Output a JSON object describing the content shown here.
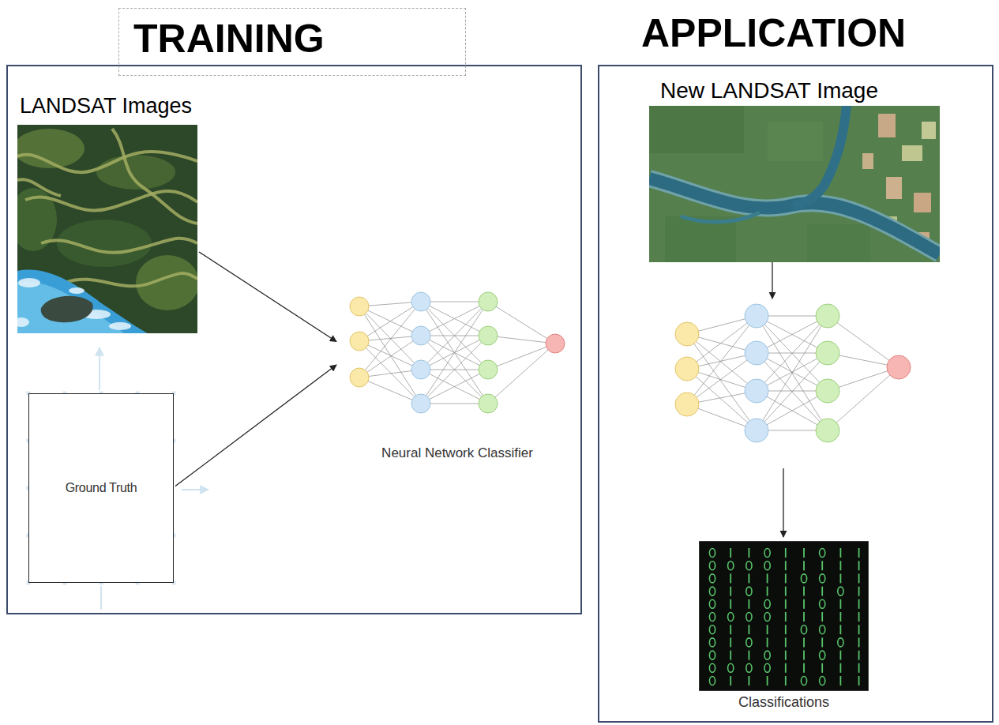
{
  "diagram": {
    "nodes": [
      {
        "text": [
          "TRAINING"
        ]
      },
      {
        "text": [
          "LANDSAT Images"
        ],
        "in": 0
      },
      {
        "text": [
          "Ground Truth"
        ],
        "in": 0
      },
      {
        "text": [
          "Neural Network Classifier"
        ],
        "in": 0
      },
      {
        "text": [
          "APPLICATION"
        ]
      },
      {
        "text": [
          "New LANDSAT Image"
        ],
        "in": 4
      },
      {
        "text": [
          "Classifications"
        ],
        "in": 4
      }
    ],
    "edges": [
      {
        "from": 1,
        "to": 3,
        "arrow": "to"
      },
      {
        "from": 2,
        "to": 3,
        "arrow": "to"
      }
    ]
  }
}
